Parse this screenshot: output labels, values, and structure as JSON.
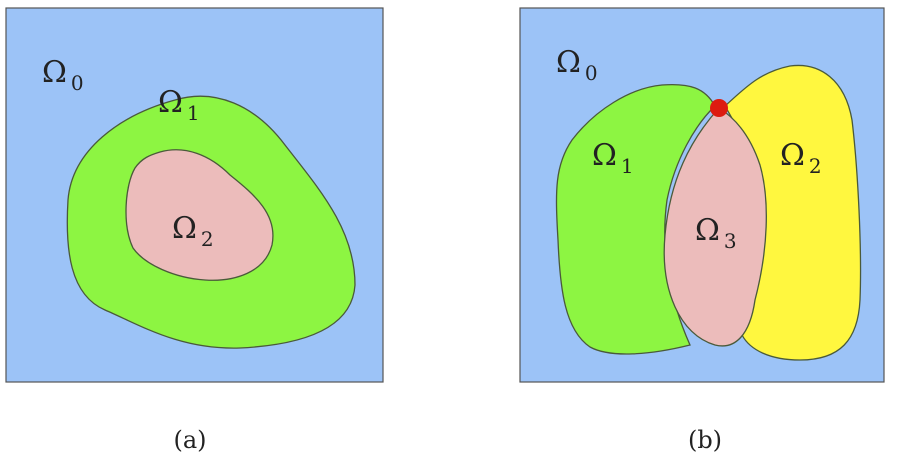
{
  "colors": {
    "background_region": "#9cc3f7",
    "green_region": "#8df542",
    "pink_region": "#ecbcbb",
    "yellow_region": "#fff73f",
    "junction_point": "#dd1b10"
  },
  "panel_a": {
    "caption": "(a)",
    "labels": [
      {
        "symbol": "Ω",
        "sub": "0"
      },
      {
        "symbol": "Ω",
        "sub": "1"
      },
      {
        "symbol": "Ω",
        "sub": "2"
      }
    ]
  },
  "panel_b": {
    "caption": "(b)",
    "labels": [
      {
        "symbol": "Ω",
        "sub": "0"
      },
      {
        "symbol": "Ω",
        "sub": "1"
      },
      {
        "symbol": "Ω",
        "sub": "2"
      },
      {
        "symbol": "Ω",
        "sub": "3"
      }
    ]
  }
}
